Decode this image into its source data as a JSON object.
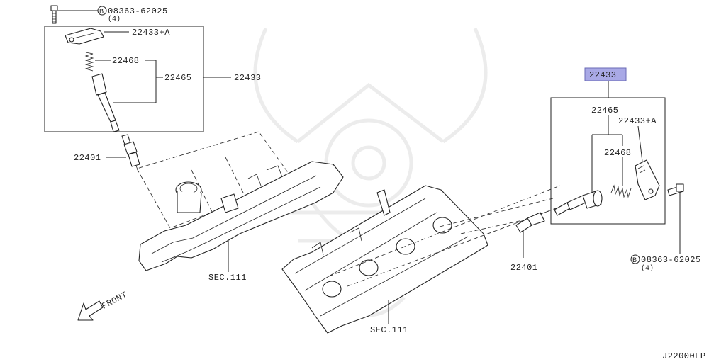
{
  "accent_color": "#a9a9e6",
  "left_group": {
    "bolt_label": "08363-62025",
    "bolt_qty": "(4)",
    "bolt_marker": "B",
    "coil_label": "22433+A",
    "spring_label": "22468",
    "rod_label": "22465",
    "assembly_label": "22433",
    "plug_label": "22401",
    "cover_label": "SEC.111"
  },
  "right_group": {
    "assembly_label": "22433",
    "rod_label": "22465",
    "coil_label": "22433+A",
    "spring_label": "22468",
    "plug_label": "22401",
    "bolt_label": "08363-62025",
    "bolt_qty": "(4)",
    "bolt_marker": "B",
    "cover_label": "SEC.111"
  },
  "direction_label": "FRONT",
  "diagram_code": "J22000FP"
}
